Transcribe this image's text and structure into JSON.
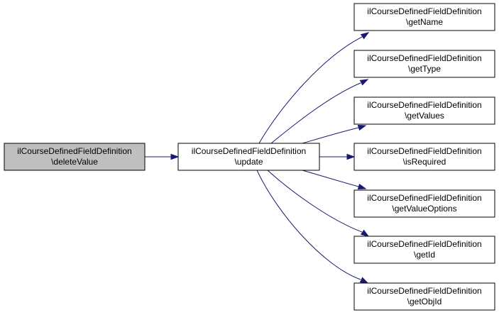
{
  "diagram": {
    "colors": {
      "edge": "#191970",
      "node_fill": "#ffffff",
      "source_fill": "#bfbfbf",
      "border": "#000000"
    },
    "source": {
      "line1": "ilCourseDefinedFieldDefinition",
      "line2": "\\deleteValue"
    },
    "middle": {
      "line1": "ilCourseDefinedFieldDefinition",
      "line2": "\\update"
    },
    "targets": [
      {
        "line1": "ilCourseDefinedFieldDefinition",
        "line2": "\\getName"
      },
      {
        "line1": "ilCourseDefinedFieldDefinition",
        "line2": "\\getType"
      },
      {
        "line1": "ilCourseDefinedFieldDefinition",
        "line2": "\\getValues"
      },
      {
        "line1": "ilCourseDefinedFieldDefinition",
        "line2": "\\isRequired"
      },
      {
        "line1": "ilCourseDefinedFieldDefinition",
        "line2": "\\getValueOptions"
      },
      {
        "line1": "ilCourseDefinedFieldDefinition",
        "line2": "\\getId"
      },
      {
        "line1": "ilCourseDefinedFieldDefinition",
        "line2": "\\getObjId"
      }
    ]
  }
}
